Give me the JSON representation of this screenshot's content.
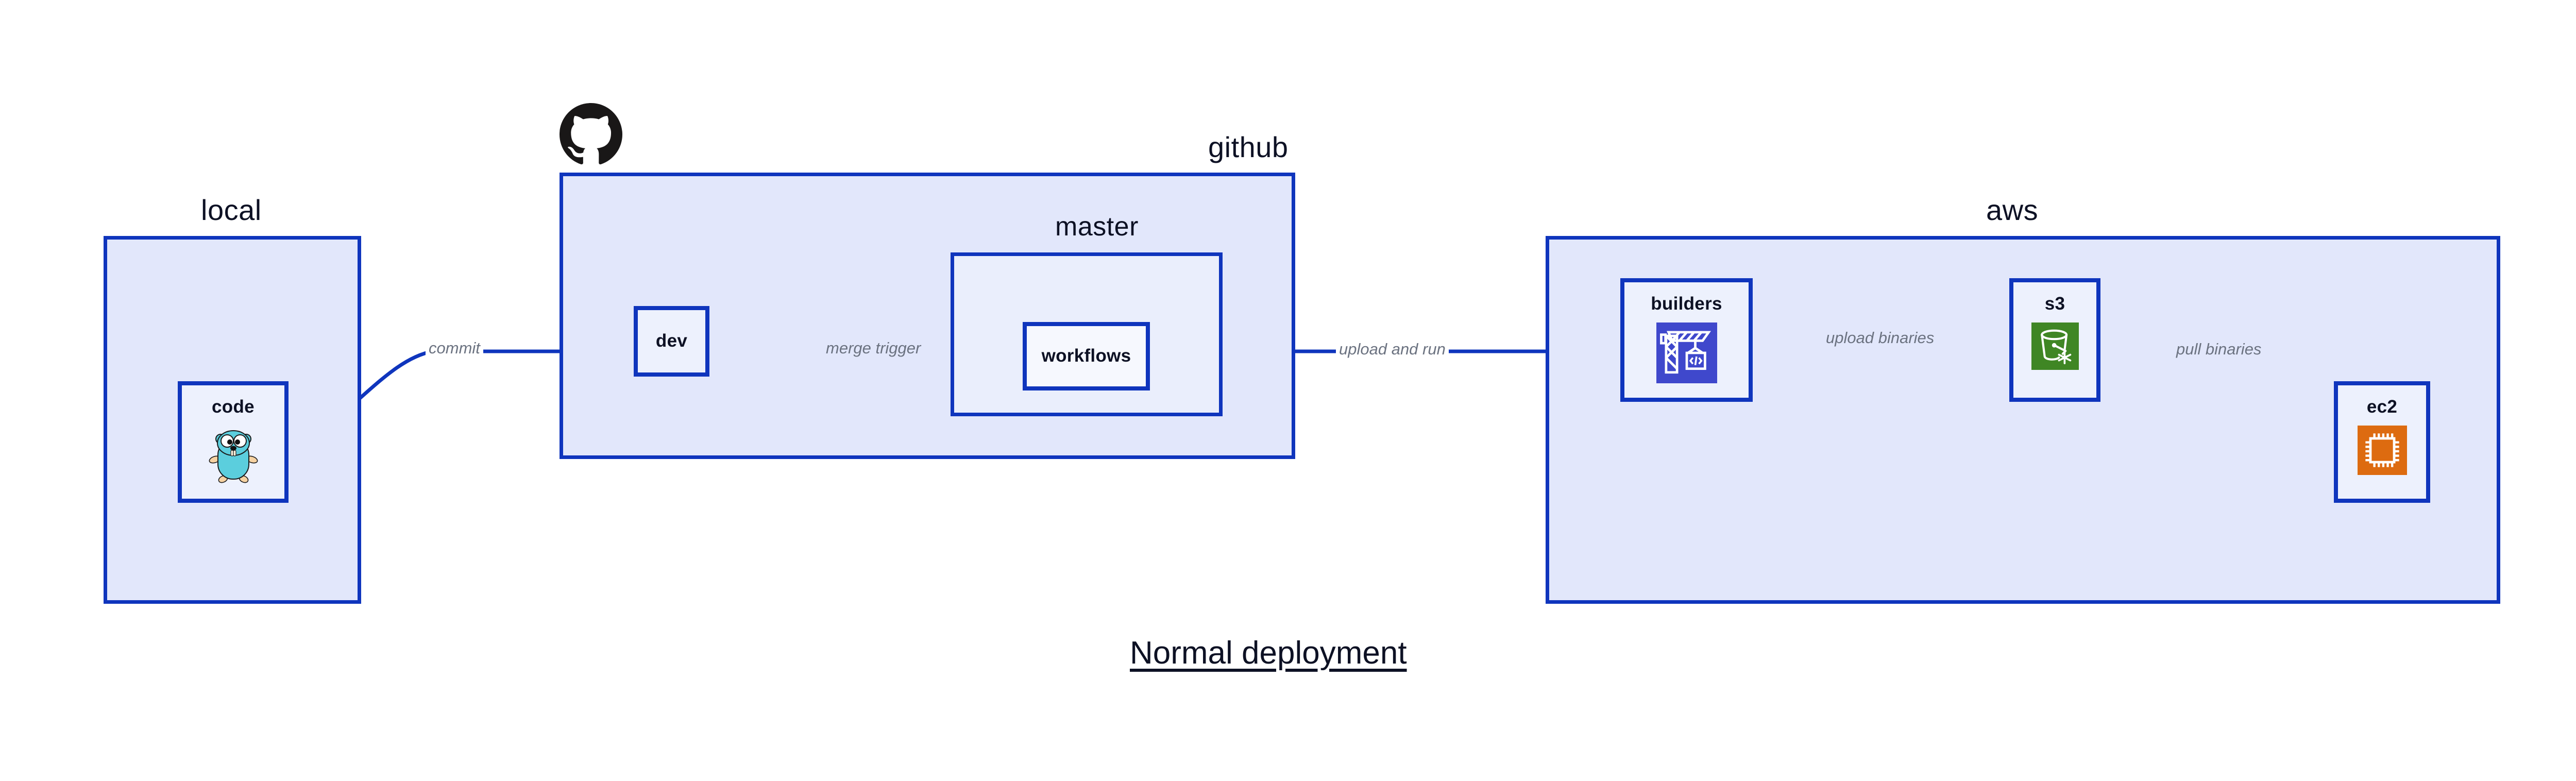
{
  "diagram": {
    "title": "Normal deployment",
    "background_color": "#ffffff",
    "line_color": "#0f35bd",
    "group_fill": "#e2e7fb",
    "node_fill": "#edf1fd",
    "label_color": "#0d1124",
    "edge_label_color": "#6b7280"
  },
  "groups": [
    {
      "id": "local",
      "label": "local"
    },
    {
      "id": "github",
      "label": "github"
    },
    {
      "id": "master",
      "label": "master"
    },
    {
      "id": "aws",
      "label": "aws"
    }
  ],
  "nodes": [
    {
      "id": "code",
      "label": "code",
      "icon": "go-gopher-icon",
      "icon_color": "#5bcedd"
    },
    {
      "id": "dev",
      "label": "dev",
      "icon": "none",
      "icon_color": ""
    },
    {
      "id": "workflows",
      "label": "workflows",
      "icon": "none",
      "icon_color": ""
    },
    {
      "id": "builders",
      "label": "builders",
      "icon": "aws-codebuild-icon",
      "icon_color": "#3f48cc"
    },
    {
      "id": "s3",
      "label": "s3",
      "icon": "aws-s3-bucket-icon",
      "icon_color": "#3f8624"
    },
    {
      "id": "ec2",
      "label": "ec2",
      "icon": "aws-ec2-chip-icon",
      "icon_color": "#dd6b10"
    }
  ],
  "edges": [
    {
      "id": "commit",
      "label": "commit",
      "from": "code",
      "to": "dev"
    },
    {
      "id": "merge-trigger",
      "label": "merge trigger",
      "from": "dev",
      "to": "workflows"
    },
    {
      "id": "upload-and-run",
      "label": "upload and run",
      "from": "workflows",
      "to": "builders"
    },
    {
      "id": "upload-binaries",
      "label": "upload binaries",
      "from": "builders",
      "to": "s3"
    },
    {
      "id": "pull-binaries",
      "label": "pull binaries",
      "from": "s3",
      "to": "ec2"
    }
  ],
  "logos": [
    {
      "id": "github-octocat",
      "name": "github-octocat-logo",
      "color": "#191717"
    }
  ]
}
